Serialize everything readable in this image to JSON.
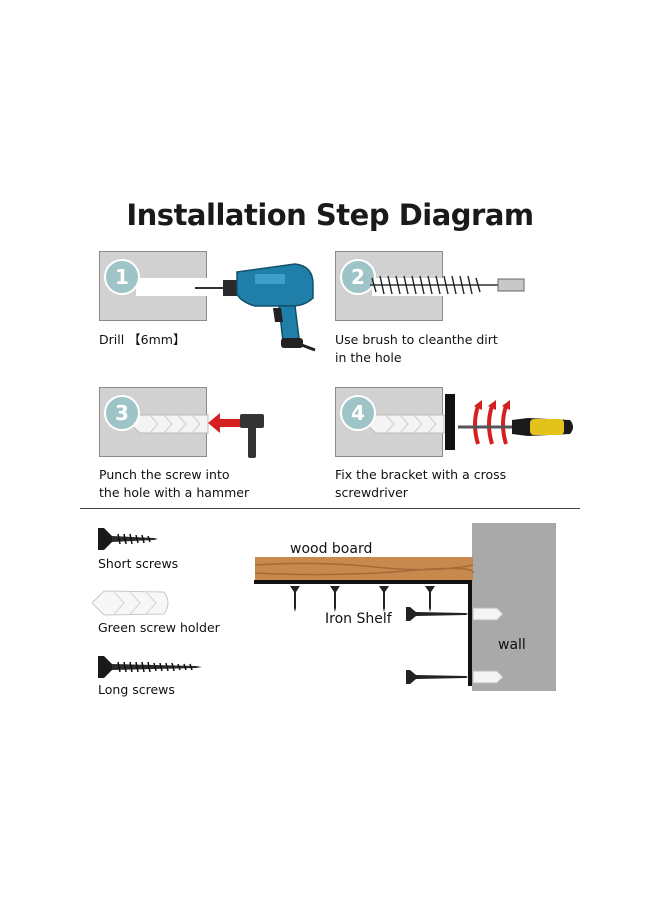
{
  "title": "Installation Step Diagram",
  "steps": [
    {
      "number": "1",
      "lines": [
        "Drill 【6mm】"
      ]
    },
    {
      "number": "2",
      "lines": [
        "Use brush to cleanthe dirt",
        "in the hole"
      ]
    },
    {
      "number": "3",
      "lines": [
        "Punch the screw into",
        "the hole with a hammer"
      ]
    },
    {
      "number": "4",
      "lines": [
        "Fix the bracket with a cross",
        "screwdriver"
      ]
    }
  ],
  "parts": {
    "short_screws": "Short screws",
    "screw_holder": "Green screw holder",
    "long_screws": "Long screws"
  },
  "diagram_labels": {
    "wood_board": "wood board",
    "iron_shelf": "Iron Shelf",
    "wall": "wall"
  },
  "colors": {
    "panel": "#d1d1d1",
    "badge": "#9fc4c7",
    "drill_body": "#1f7fa8",
    "wood": "#c8894f",
    "wall": "#a9a9a9",
    "arrow_red": "#d62020",
    "driver_handle": "#e3c21c"
  },
  "icons": [
    "drill-icon",
    "brush-icon",
    "hammer-icon",
    "screwdriver-icon",
    "wall-anchor-icon",
    "screw-icon"
  ]
}
